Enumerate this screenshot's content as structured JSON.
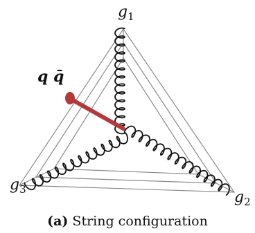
{
  "labels": {
    "g1": "g",
    "g1_sub": "1",
    "g2": "g",
    "g2_sub": "2",
    "g3": "g",
    "g3_sub": "3",
    "qqbar": "q q̄"
  },
  "caption": {
    "tag": "(a)",
    "text": "String configuration"
  },
  "colors": {
    "string": "#b5383a",
    "gluon": "#111111",
    "triangle": "#8a8a8a"
  }
}
